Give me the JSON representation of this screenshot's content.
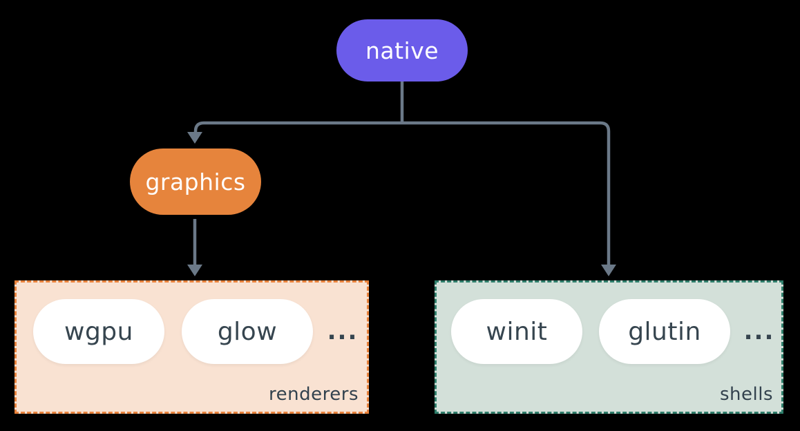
{
  "diagram": {
    "background_color": "#000000",
    "connector_color": "#6b7988",
    "nodes": [
      {
        "id": "native",
        "label": "native",
        "fill": "#6b5cea",
        "text_color": "#ffffff"
      },
      {
        "id": "graphics",
        "label": "graphics",
        "fill": "#e6843c",
        "text_color": "#ffffff"
      }
    ],
    "groups": [
      {
        "id": "renderers",
        "label": "renderers",
        "fill": "#f9e2d2",
        "border_color": "#e8823c",
        "pill_fill": "#ffffff",
        "pill_text_color": "#36454f",
        "items": [
          "wgpu",
          "glow"
        ],
        "ellipsis": "..."
      },
      {
        "id": "shells",
        "label": "shells",
        "fill": "#d3e0d9",
        "border_color": "#2e7d6a",
        "pill_fill": "#ffffff",
        "pill_text_color": "#36454f",
        "items": [
          "winit",
          "glutin"
        ],
        "ellipsis": "..."
      }
    ],
    "edges": [
      {
        "from": "native",
        "to": "graphics"
      },
      {
        "from": "native",
        "to": "shells"
      },
      {
        "from": "graphics",
        "to": "renderers"
      }
    ]
  }
}
